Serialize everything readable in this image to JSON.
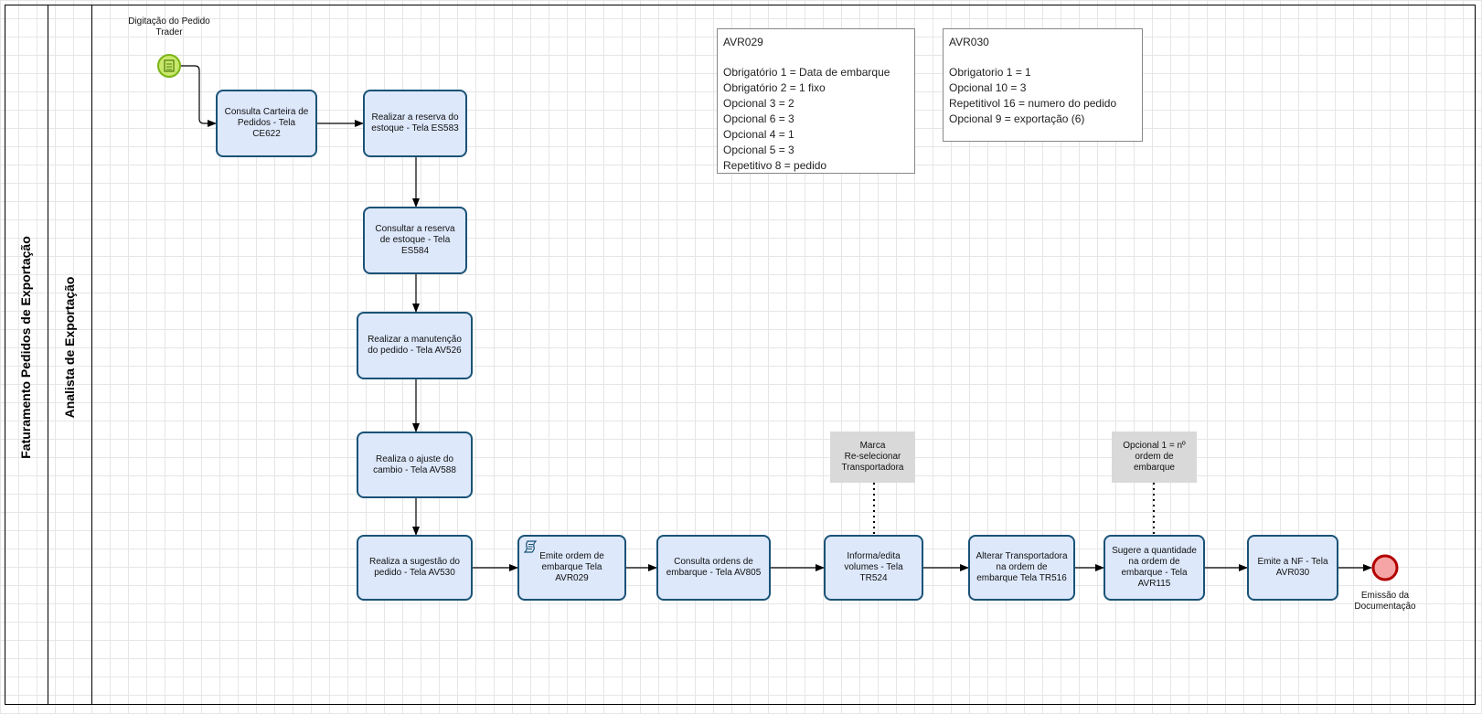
{
  "pool": {
    "title": "Faturamento Pedidos de Exportação",
    "lane_title": "Analista de Exportação"
  },
  "start_event": {
    "label": "Digitação do Pedido Trader",
    "color": "#c8e86b"
  },
  "end_event": {
    "label": "Emissão da Documentação",
    "color": "#f5a5a5"
  },
  "tasks": [
    {
      "label": "Consulta Carteira de Pedidos - Tela CE622"
    },
    {
      "label": "Realizar a reserva do estoque - Tela ES583"
    },
    {
      "label": "Consultar a reserva de estoque - Tela ES584"
    },
    {
      "label": "Realizar a manutenção do pedido - Tela AV526"
    },
    {
      "label": "Realiza o ajuste do cambio - Tela AV588"
    },
    {
      "label": "Realiza a sugestão do pedido - Tela AV530"
    },
    {
      "label": "Emite ordem de embarque Tela AVR029",
      "icon": "script-icon"
    },
    {
      "label": "Consulta ordens de embarque  - Tela AV805"
    },
    {
      "label": "Informa/edita volumes - Tela TR524"
    },
    {
      "label": "Alterar Transportadora na ordem de embarque Tela TR516"
    },
    {
      "label": "Sugere a quantidade na ordem de embarque - Tela AVR115"
    },
    {
      "label": "Emite a NF - Tela AVR030"
    }
  ],
  "notes": [
    {
      "title": "AVR029",
      "lines": [
        "Obrigatório 1 = Data de embarque",
        "Obrigatório 2 = 1 fixo",
        "Opcional 3 = 2",
        "Opcional 6 = 3",
        "Opcional 4 = 1",
        "Opcional 5 = 3",
        "Repetitivo 8 = pedido"
      ]
    },
    {
      "title": "AVR030",
      "lines": [
        "Obrigatorio 1 = 1",
        "Opcional 10 =  3",
        "Repetitivol 16 =  numero do pedido",
        "Opcional 9 = exportação (6)"
      ]
    }
  ],
  "annotations": [
    {
      "lines": [
        "Marca",
        "Re-selecionar",
        "Transportadora"
      ]
    },
    {
      "lines": [
        "Opcional 1 = nº",
        "ordem de",
        "embarque"
      ]
    }
  ],
  "colors": {
    "task_fill": "#dde8fb",
    "task_border": "#1a5276",
    "annotation_fill": "#d9d9d9"
  }
}
